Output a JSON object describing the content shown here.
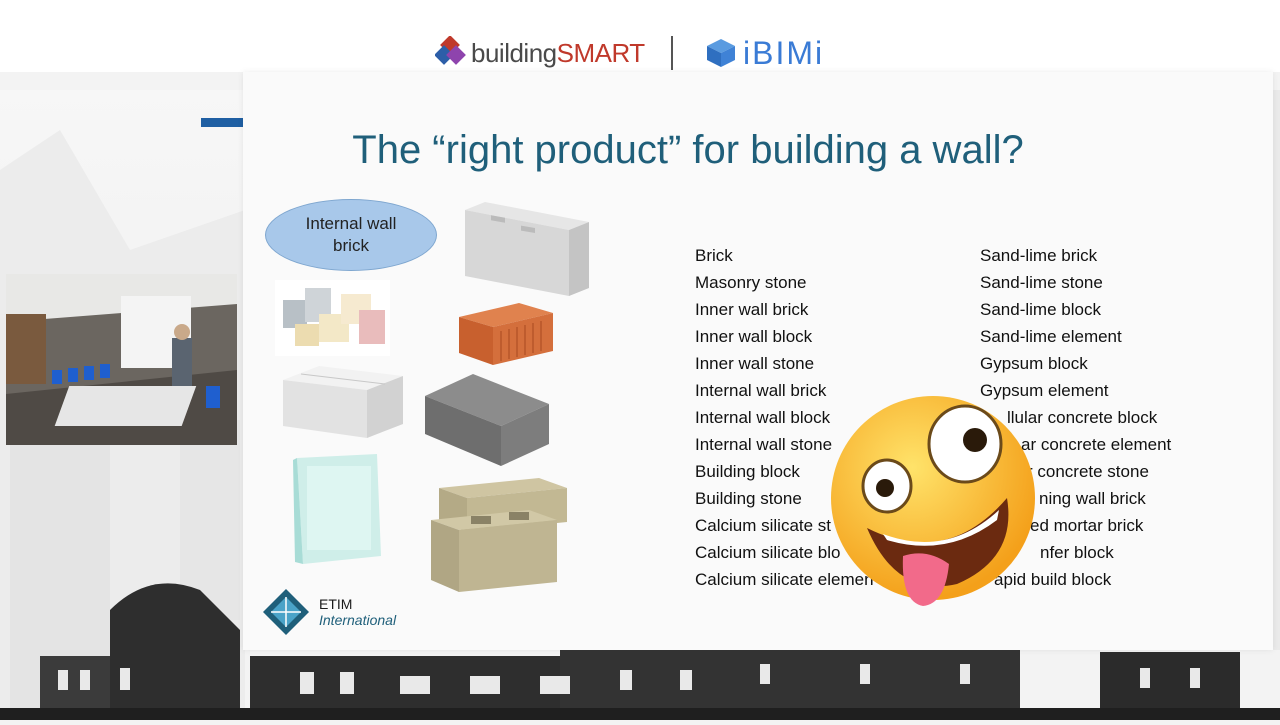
{
  "header": {
    "logo_left_pre": "building",
    "logo_left_brand": "SMART",
    "logo_right": "iBIMi"
  },
  "slide": {
    "title": "The “right product” for building a wall?",
    "bubble_line1": "Internal wall",
    "bubble_line2": "brick",
    "list_left": [
      "Brick",
      "Masonry stone",
      "Inner wall brick",
      "Inner wall block",
      "Inner wall stone",
      "Internal wall brick",
      "Internal wall block",
      "Internal wall stone",
      "Building block",
      "Building stone",
      "Calcium silicate st",
      "Calcium silicate blo",
      "Calcium silicate elemen"
    ],
    "list_right": [
      "Sand-lime brick",
      "Sand-lime stone",
      "Sand-lime block",
      "Sand-lime element",
      "Gypsum block",
      "Gypsum element",
      "llular concrete block",
      "ar concrete element",
      "r concrete stone",
      "ning wall brick",
      "ed mortar brick",
      "nfer block",
      "apid build block"
    ],
    "footer_logo_line1": "ETIM",
    "footer_logo_line2": "International"
  },
  "colors": {
    "title": "#1f5f7a",
    "accent": "#1f5fa3",
    "bubble": "#a8c8ea"
  },
  "icons": [
    "buildingsmart-logo-icon",
    "ibimi-cube-icon",
    "etim-logo-icon",
    "zany-face-emoji-icon"
  ]
}
